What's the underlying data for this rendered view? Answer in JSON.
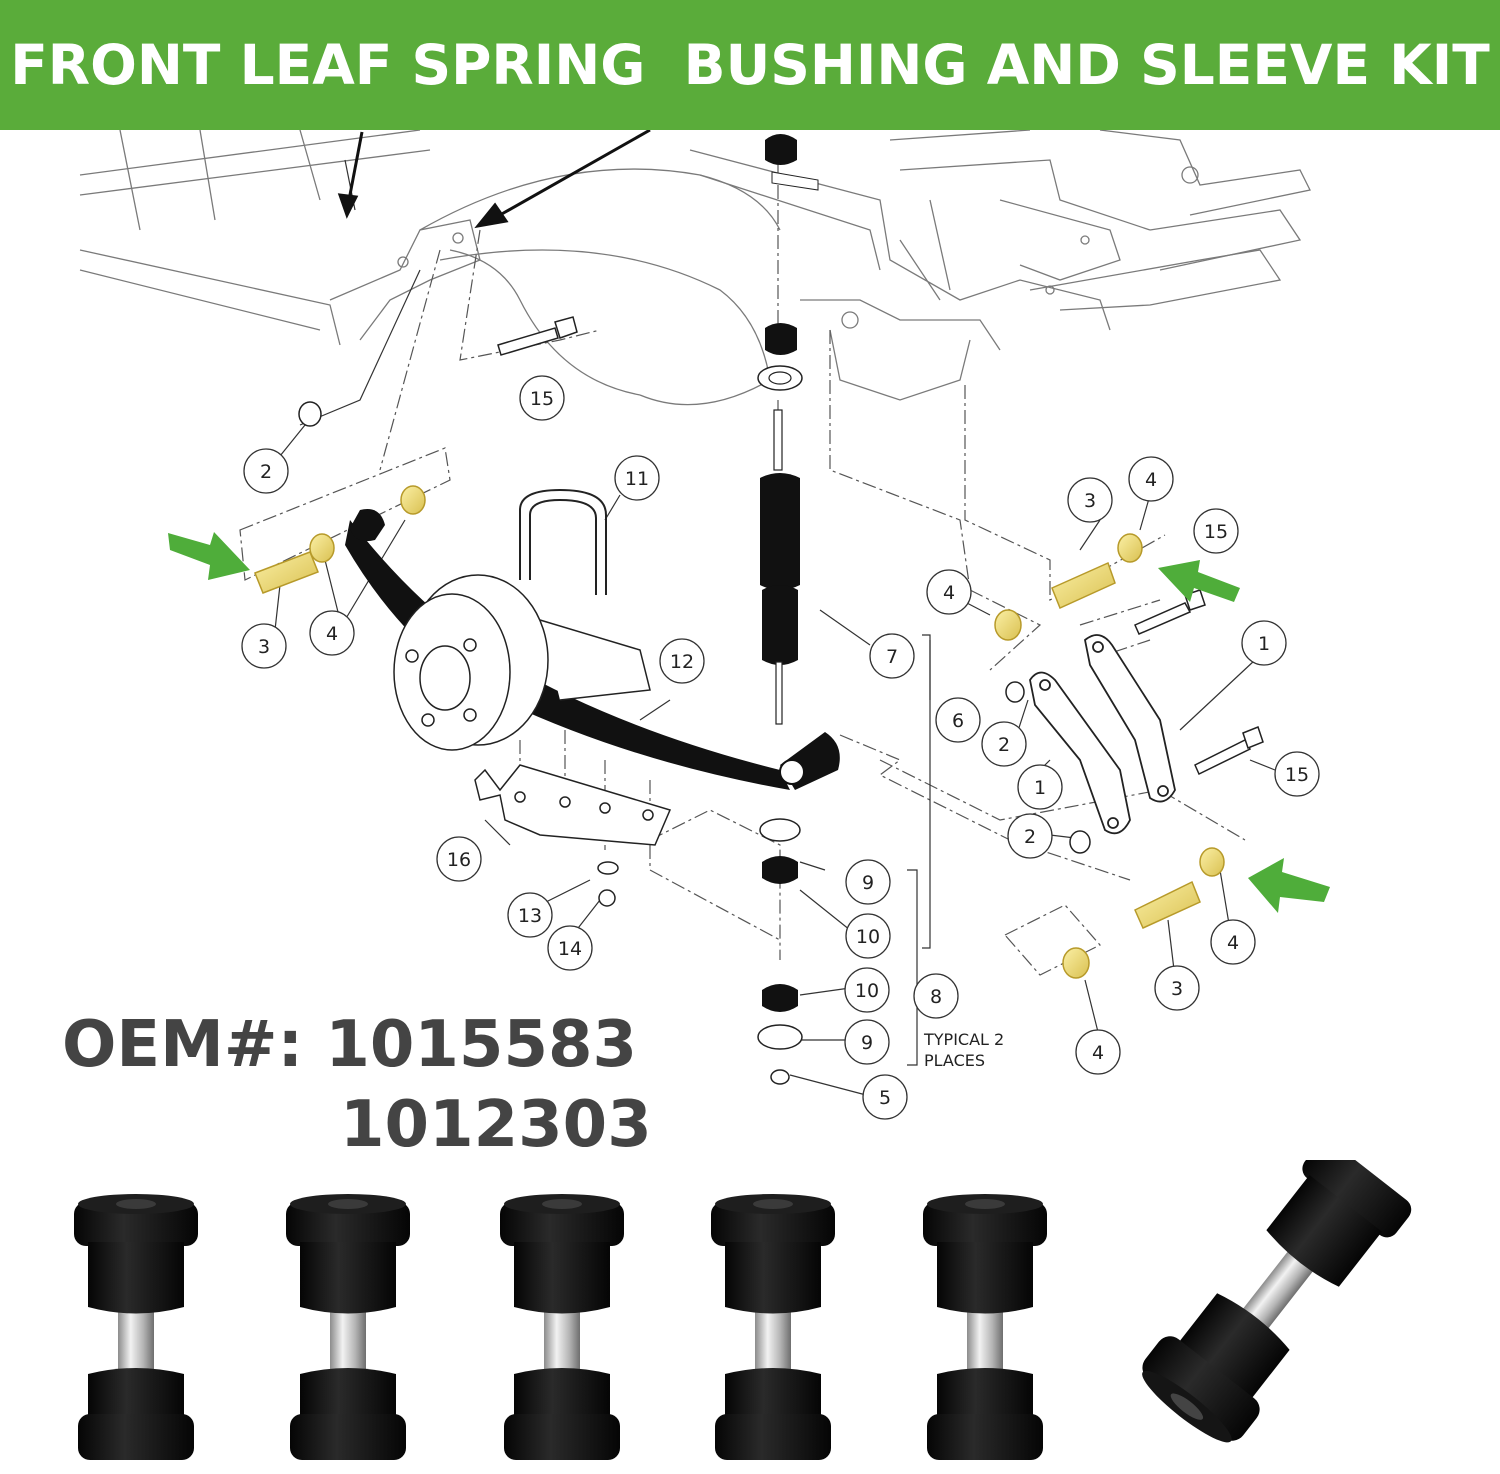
{
  "banner": {
    "title": "FRONT LEAF SPRING  BUSHING AND SLEEVE KIT",
    "color": "#5aac3a"
  },
  "diagram": {
    "callouts": [
      "15",
      "2",
      "3",
      "4",
      "11",
      "12",
      "7",
      "6",
      "3",
      "4",
      "15",
      "4",
      "1",
      "2",
      "1",
      "2",
      "15",
      "16",
      "13",
      "14",
      "9",
      "10",
      "10",
      "9",
      "5",
      "8",
      "3",
      "4",
      "4"
    ],
    "note_line1": "TYPICAL 2",
    "note_line2": "PLACES",
    "highlight_color": "#f2df7a",
    "arrow_color": "#4fad3a"
  },
  "oem": {
    "label": "OEM#",
    "separator": ":",
    "number1": "1015583",
    "number2": "1012303"
  },
  "product": {
    "bushing_count": 6
  }
}
